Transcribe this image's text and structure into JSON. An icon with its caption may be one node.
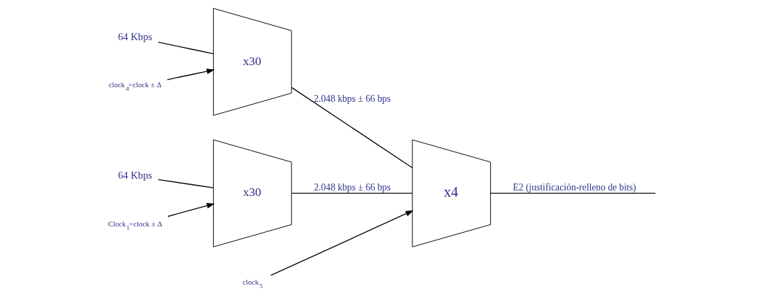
{
  "diagram": {
    "nodes": [
      {
        "text": [
          "64 Kbps"
        ]
      },
      {
        "text": [
          "x30"
        ]
      },
      {
        "text": [
          "Clock$_{1}$=clock ± Δ"
        ]
      },
      {
        "text": [
          "64 Kbps"
        ]
      },
      {
        "text": [
          "x30"
        ]
      },
      {
        "text": [
          "clock$_{4}$=clock ± Δ"
        ]
      },
      {
        "text": [
          "x4"
        ]
      },
      {
        "text": [
          "clock$_{5}$"
        ]
      }
    ],
    "edges": [
      {
        "from": 0,
        "to": 1,
        "arrow": "none"
      },
      {
        "from": 2,
        "to": 1,
        "arrow": "to"
      },
      {
        "from": 3,
        "to": 4,
        "arrow": "none"
      },
      {
        "from": 5,
        "to": 4,
        "arrow": "to"
      },
      {
        "from": 7,
        "to": 6,
        "arrow": "to"
      },
      {
        "from": 1,
        "to": 6,
        "arrow": "none",
        "label": "2.048 kbps ± 66 bps"
      },
      {
        "from": 4,
        "to": 6,
        "arrow": "none",
        "label": "2.048 kbps ± 66 bps"
      },
      {
        "from": 6,
        "to": null,
        "arrow": "none",
        "label": "E2 (justificación-relleno de bits)"
      }
    ]
  }
}
